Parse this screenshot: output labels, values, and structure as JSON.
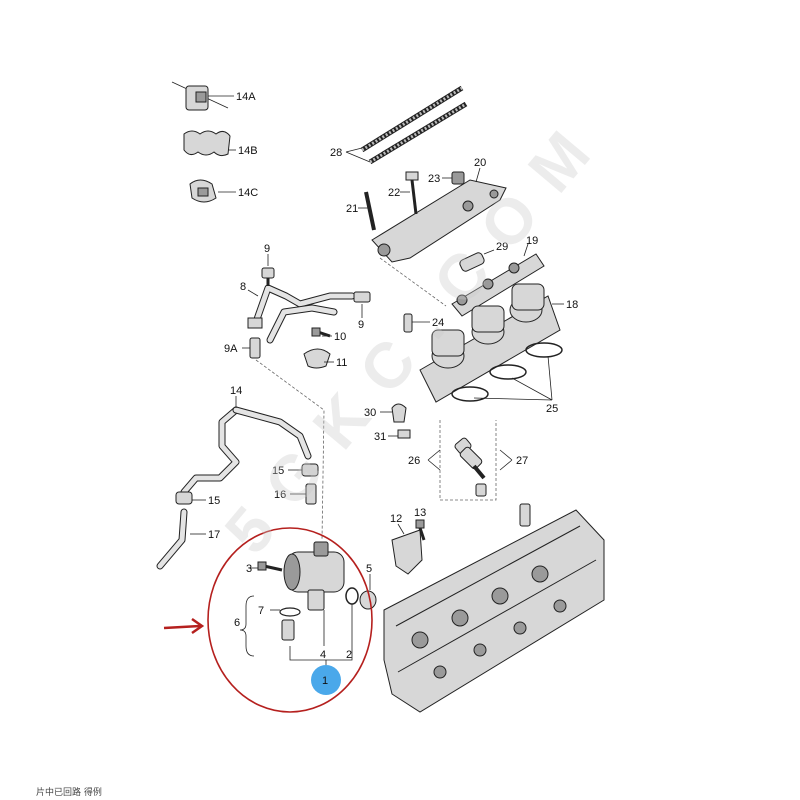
{
  "labels": {
    "p14A": "14A",
    "p14B": "14B",
    "p14C": "14C",
    "p28": "28",
    "p20": "20",
    "p22": "22",
    "p23": "23",
    "p21": "21",
    "p9a": "9",
    "p8": "8",
    "p9b": "9",
    "p9A": "9A",
    "p10": "10",
    "p11": "11",
    "p29": "29",
    "p19": "19",
    "p18": "18",
    "p24": "24",
    "p25": "25",
    "p14": "14",
    "p15a": "15",
    "p15b": "15",
    "p16": "16",
    "p17": "17",
    "p30": "30",
    "p31": "31",
    "p26": "26",
    "p27": "27",
    "p12": "12",
    "p13": "13",
    "p3": "3",
    "p5": "5",
    "p7": "7",
    "p6": "6",
    "p4": "4",
    "p2": "2",
    "p1": "1"
  },
  "highlight": {
    "circle_color": "#b5201e",
    "arrow_color": "#b5201e",
    "badge_color": "#4aa8ea"
  },
  "footer_text": "片中已回路 得例"
}
